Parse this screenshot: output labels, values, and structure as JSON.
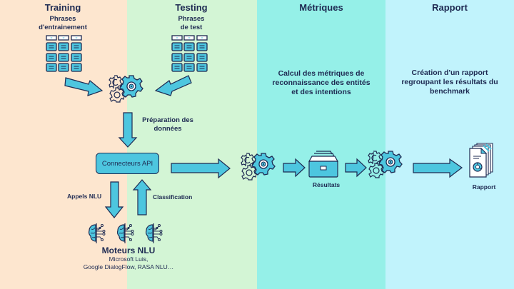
{
  "columns": [
    {
      "title": "Training",
      "subtitle_lines": [
        "Phrases",
        "d'entrainement"
      ]
    },
    {
      "title": "Testing",
      "subtitle_lines": [
        "Phrases",
        "de test"
      ]
    },
    {
      "title": "Métriques",
      "description_lines": [
        "Calcul des métriques de",
        "reconnaissance des entités",
        "et des intentions"
      ]
    },
    {
      "title": "Rapport",
      "description_lines": [
        "Création d'un rapport",
        "regroupant les résultats du",
        "benchmark"
      ]
    }
  ],
  "labels": {
    "preparation": [
      "Préparation des",
      "données"
    ],
    "api_connector": "Connecteurs API",
    "nlu_calls": "Appels NLU",
    "classification": "Classification",
    "results": "Résultats",
    "report": "Rapport"
  },
  "engines": {
    "title": "Moteurs NLU",
    "lines": [
      "Microsoft Luis,",
      "Google DialogFlow, RASA NLU…"
    ]
  },
  "colors": {
    "training_bg": "#fde6cf",
    "testing_bg": "#d3f5d5",
    "metrics_bg": "#95f0e8",
    "report_bg": "#c1f3fc",
    "accent": "#4dc6df",
    "ink": "#1e2a52"
  }
}
